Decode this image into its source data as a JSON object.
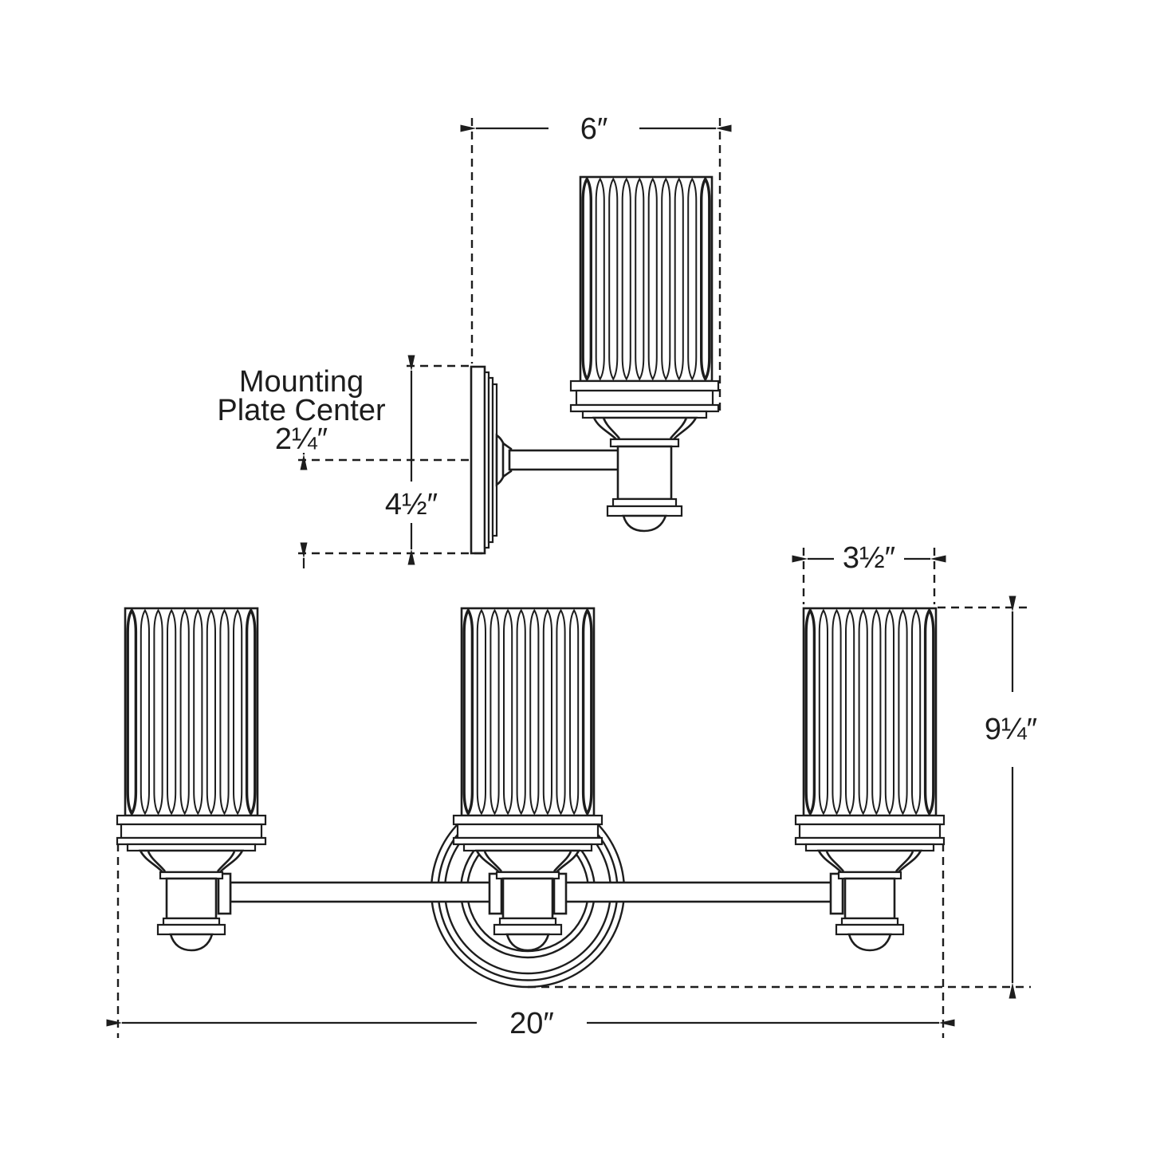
{
  "page": {
    "background_color": "#ffffff",
    "line_color": "#1d1d1d"
  },
  "labels": {
    "side_view": {
      "projection_width": "6″",
      "note_line1": "Mounting",
      "note_line2": "Plate Center",
      "note_value": "2¼″",
      "backplate_height": "4½″"
    },
    "front_view": {
      "shade_width": "3½″",
      "fixture_height": "9¼″",
      "overall_width": "20″"
    }
  }
}
